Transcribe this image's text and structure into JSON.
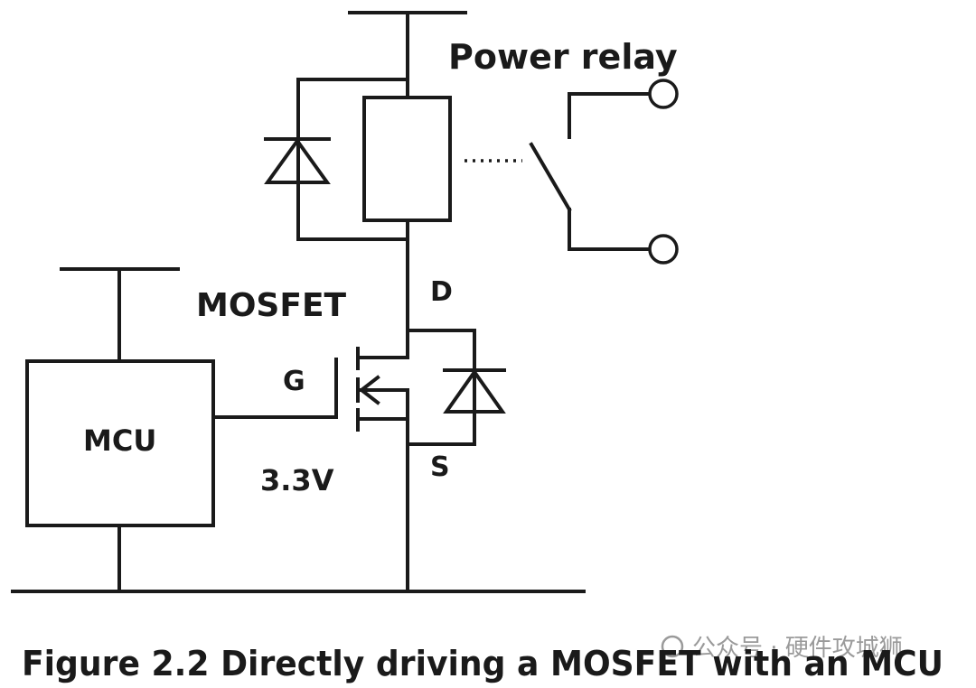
{
  "labels": {
    "power_relay": "Power relay",
    "mosfet": "MOSFET",
    "drain": "D",
    "gate": "G",
    "source": "S",
    "mcu": "MCU",
    "voltage": "3.3V",
    "caption": "Figure 2.2 Directly driving a MOSFET with an MCU"
  },
  "watermark": "公众号 · 硬件攻城狮",
  "colors": {
    "ink": "#1a1a1a",
    "background": "#ffffff",
    "watermark": "#9a9a9a"
  }
}
